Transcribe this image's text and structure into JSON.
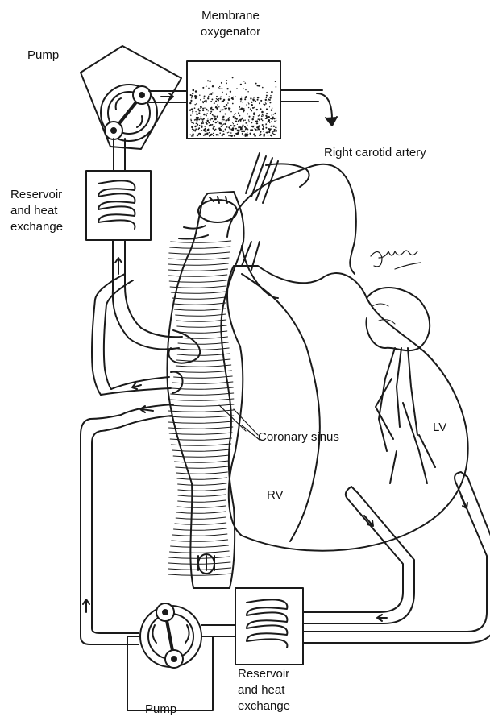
{
  "labels": {
    "membrane_oxygenator": "Membrane\noxygenator",
    "pump_top": "Pump",
    "right_carotid_artery": "Right carotid artery",
    "reservoir_top": "Reservoir\nand heat\nexchange",
    "coronary_sinus": "Coronary sinus",
    "lv": "LV",
    "rv": "RV",
    "reservoir_bottom": "Reservoir\nand heat\nexchange",
    "pump_bottom": "Pump"
  },
  "colors": {
    "line": "#1a1a1a",
    "background": "#ffffff"
  },
  "signature": "Jw Lee MD"
}
